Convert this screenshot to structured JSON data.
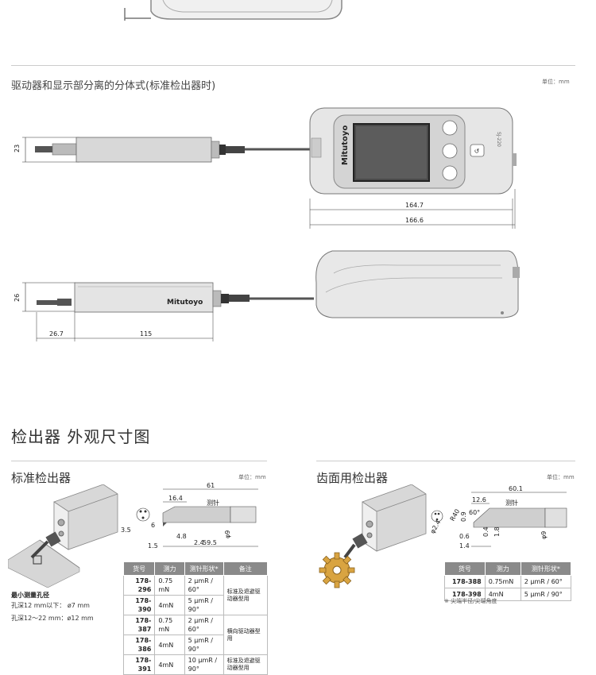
{
  "top_section": {
    "title": "驱动器和显示部分离的分体式(标准检出器时)",
    "unit": "单位：mm",
    "dims": {
      "d23": "23",
      "d164_7": "164.7",
      "d166_6": "166.6",
      "d26": "26",
      "d26_7": "26.7",
      "d115": "115"
    },
    "brand": "Mitutoyo",
    "model": "SJ-220"
  },
  "detector_heading": "检出器 外观尺寸图",
  "standard": {
    "title": "标准检出器",
    "unit": "单位：mm",
    "dims": {
      "d61": "61",
      "d16_4": "16.4",
      "stylus": "测针",
      "d3_5": "3.5",
      "d6": "6",
      "d4_8": "4.8",
      "d2_4": "2.4",
      "dphi9": "φ9",
      "d1_5": "1.5",
      "d59_5": "59.5"
    },
    "min_hole_title": "最小测量孔径",
    "min_hole_1": "孔深12 mm以下：  ø7 mm",
    "min_hole_2": "孔深12～22 mm：ø12 mm",
    "table": {
      "headers": [
        "货号",
        "测力",
        "测针形状*",
        "备注"
      ],
      "rows": [
        {
          "no": "178-296",
          "force": "0.75 mN",
          "tip": "2 μmR / 60°",
          "note": "标准及退避驱动器型用"
        },
        {
          "no": "178-390",
          "force": "4mN",
          "tip": "5 μmR / 90°",
          "note": ""
        },
        {
          "no": "178-387",
          "force": "0.75 mN",
          "tip": "2 μmR / 60°",
          "note": "横向驱动器型用"
        },
        {
          "no": "178-386",
          "force": "4mN",
          "tip": "5 μmR / 90°",
          "note": ""
        },
        {
          "no": "178-391",
          "force": "4mN",
          "tip": "10 μmR / 90°",
          "note": "标准及退避驱动器型用"
        }
      ]
    }
  },
  "gear": {
    "title": "齿面用检出器",
    "unit": "单位：mm",
    "dims": {
      "d60_1": "60.1",
      "d12_6": "12.6",
      "stylus": "测针",
      "r40": "R40",
      "d0_9": "0.9",
      "phi2_4": "φ2.4",
      "a60": "60°",
      "dphi9": "φ9",
      "d0_6": "0.6",
      "d0_4": "0.4",
      "d1_8": "1.8",
      "d1_4": "1.4"
    },
    "table": {
      "headers": [
        "货号",
        "测力",
        "测针形状*"
      ],
      "rows": [
        {
          "no": "178-388",
          "force": "0.75mN",
          "tip": "2 μmR / 60°"
        },
        {
          "no": "178-398",
          "force": "4mN",
          "tip": "5 μmR / 90°"
        }
      ]
    },
    "footnote": "※ 尖端半径/尖端角度"
  }
}
